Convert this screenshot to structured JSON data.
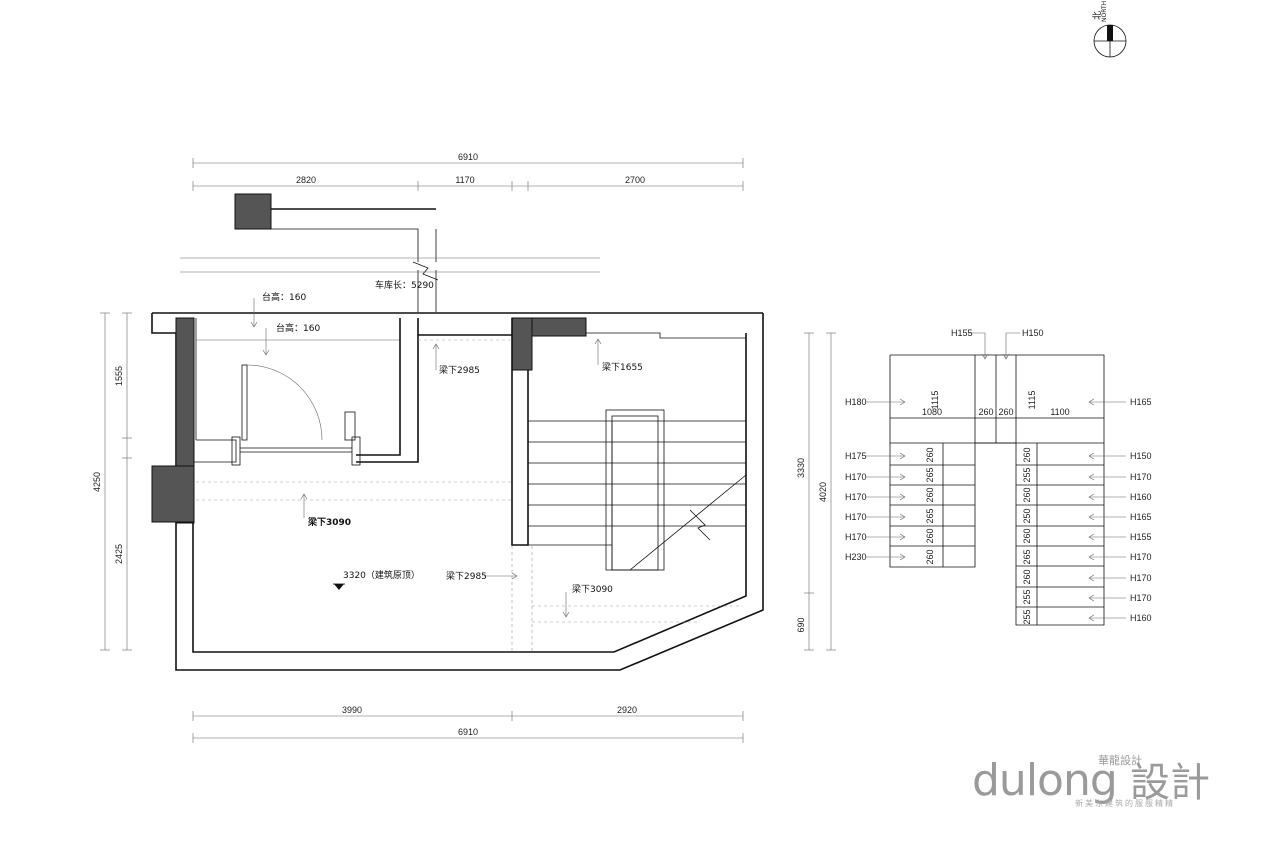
{
  "compass": {
    "cn": "北",
    "en": "NORTH"
  },
  "dims": {
    "top_total": "6910",
    "top_a": "2820",
    "top_b": "1170",
    "top_c": "2700",
    "bottom_a": "3990",
    "bottom_b": "2920",
    "bottom_total": "6910",
    "left_total": "4250",
    "left_a": "1555",
    "left_b": "2425",
    "right_total": "4020",
    "right_a": "3330",
    "right_b": "690"
  },
  "labels": {
    "platform_1": "台高：160",
    "platform_2": "台高：160",
    "garage_length": "车库长：5290",
    "beam_1": "梁下2985",
    "beam_2": "梁下1655",
    "beam_3": "梁下3090",
    "beam_4": "梁下2985",
    "beam_5": "梁下3090",
    "ceiling": "3320（建筑原顶）"
  },
  "stair_detail": {
    "top_left": "H155",
    "top_right": "H150",
    "mid_left": "H180",
    "mid_right": "H165",
    "w_1080": "1080",
    "w_260a": "260",
    "w_260b": "260",
    "w_1100": "1100",
    "v_1115a": "1115",
    "v_1115b": "1115",
    "left_heights": [
      "H175",
      "H170",
      "H170",
      "H170",
      "H170",
      "H230"
    ],
    "left_treads": [
      "260",
      "265",
      "260",
      "265",
      "260",
      "260"
    ],
    "right_heights": [
      "H150",
      "H170",
      "H160",
      "H165",
      "H155",
      "H170",
      "H170",
      "H170",
      "H160"
    ],
    "right_treads": [
      "260",
      "255",
      "260",
      "250",
      "260",
      "265",
      "260",
      "255",
      "255"
    ]
  },
  "logo": {
    "main": "dulong",
    "cn_big": "設計",
    "cn_small": "華龍設計",
    "tagline": "新美东建筑的服服精精"
  }
}
